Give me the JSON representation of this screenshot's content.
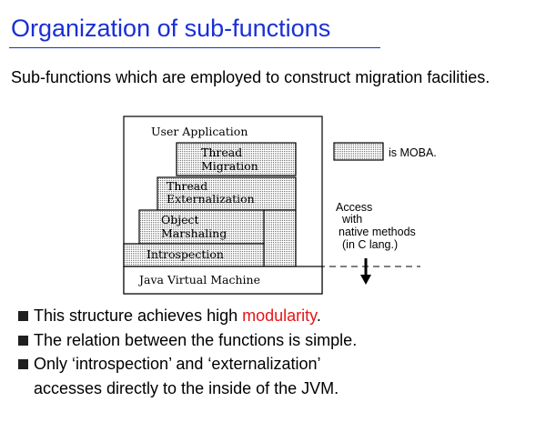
{
  "slide": {
    "title": "Organization of sub-functions",
    "intro": "Sub-functions which are employed to construct migration facilities."
  },
  "diagram": {
    "user_application": "User Application",
    "thread_migration": [
      "Thread",
      "Migration"
    ],
    "thread_externalization": [
      "Thread",
      "Externalization"
    ],
    "object_marshaling": [
      "Object",
      "Marshaling"
    ],
    "introspection": "Introspection",
    "jvm": "Java Virtual Machine",
    "legend_text": "is MOBA.",
    "access_note": [
      "Access",
      "with",
      "native methods",
      "(in C lang.)"
    ]
  },
  "bullets": {
    "b1_before": "This structure achieves high ",
    "b1_highlight": "modularity",
    "b1_after": ".",
    "b2": "The relation between the functions is simple.",
    "b3_line1": "Only ‘introspection’ and ‘externalization’",
    "b3_line2": "accesses directly to the inside of the JVM."
  },
  "colors": {
    "title": "#1a2fd6",
    "highlight": "#e81414",
    "moba_fill": "dotted gray"
  }
}
